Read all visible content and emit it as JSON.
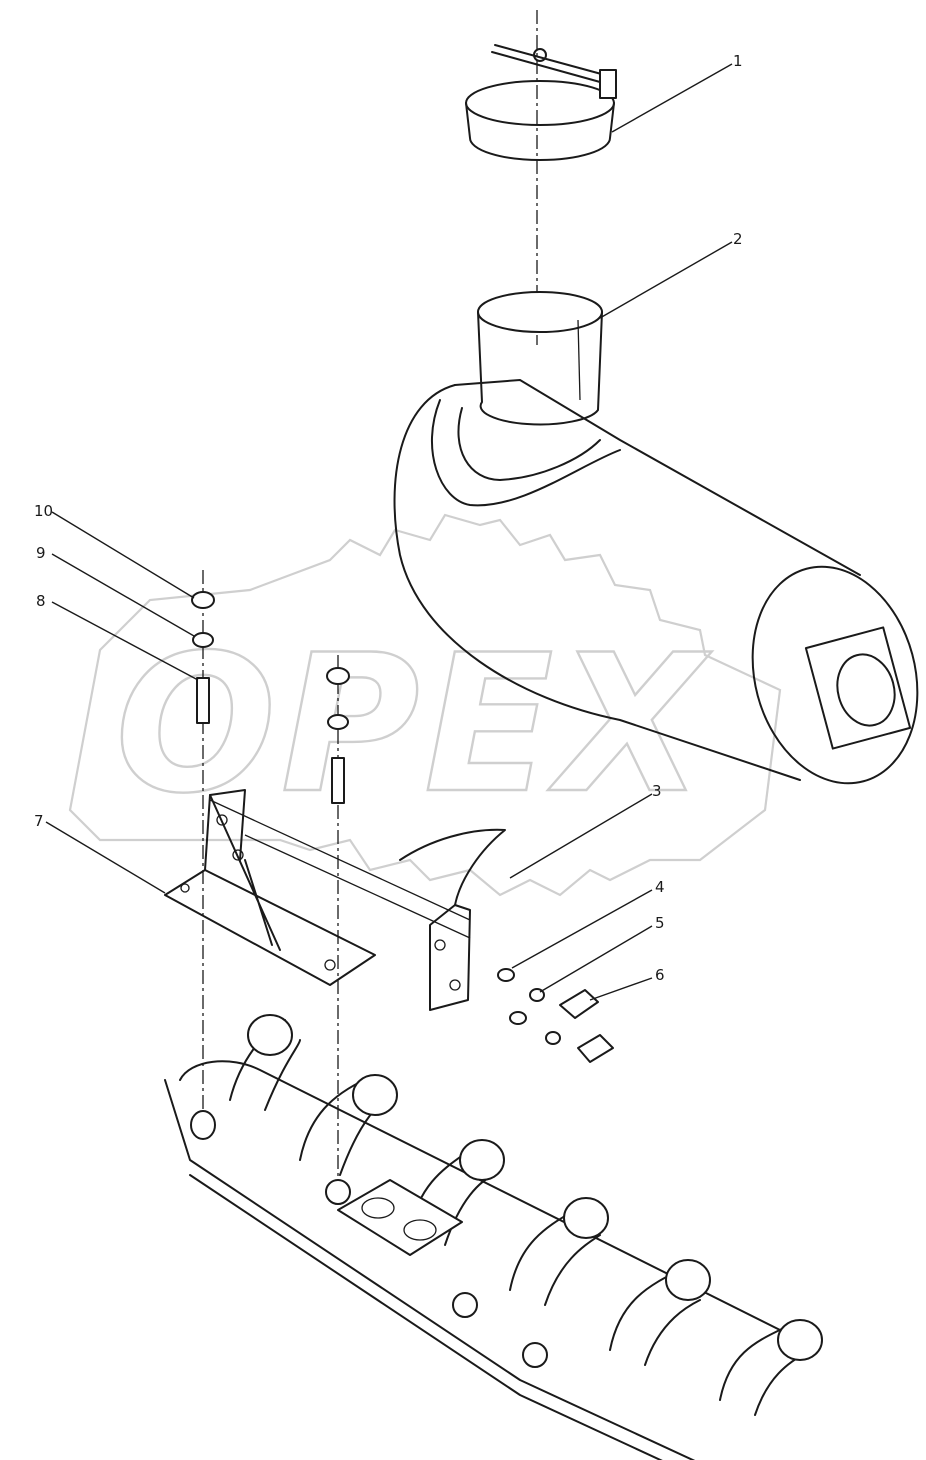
{
  "watermark": {
    "text": "OPEX"
  },
  "callouts": [
    {
      "number": "1"
    },
    {
      "number": "2"
    },
    {
      "number": "3"
    },
    {
      "number": "4"
    },
    {
      "number": "5"
    },
    {
      "number": "6"
    },
    {
      "number": "7"
    },
    {
      "number": "8"
    },
    {
      "number": "9"
    },
    {
      "number": "10"
    }
  ]
}
